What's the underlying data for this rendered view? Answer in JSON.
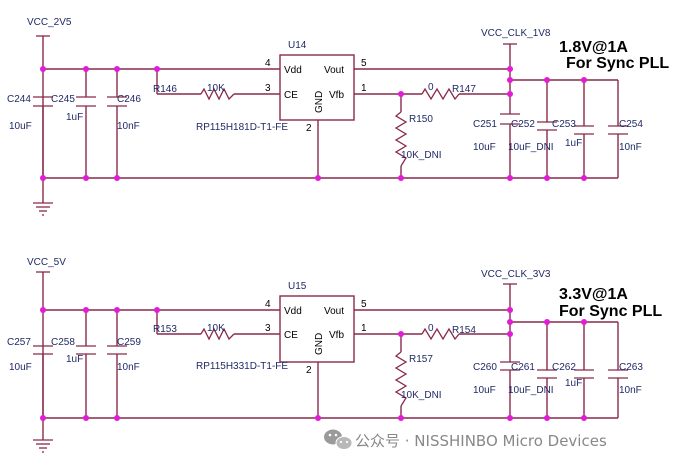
{
  "watermark": {
    "text": "公众号 · NISSHINBO Micro Devices",
    "icon": "wechat-icon"
  },
  "colors": {
    "wire": "#8a2a4a",
    "junction": "#e21bd8",
    "text": "#1f2a66"
  },
  "circuits": [
    {
      "vin_net": "VCC_2V5",
      "vout_net": "VCC_CLK_1V8",
      "headline": "1.8V@1A",
      "subline": "For Sync PLL",
      "ic_ref": "U14",
      "ic_part": "RP115H181D-T1-FE",
      "pins": {
        "vdd": "Vdd",
        "vout": "Vout",
        "ce": "CE",
        "vfb": "Vfb",
        "gnd": "GND"
      },
      "pin_numbers": {
        "vdd": "4",
        "vout": "5",
        "ce": "3",
        "vfb": "1",
        "gnd": "2"
      },
      "r_ce": {
        "ref": "R146",
        "value": "10K"
      },
      "r_fb": {
        "ref": "R150",
        "value": "10K_DNI"
      },
      "r_out": {
        "ref": "R147",
        "value": "0"
      },
      "input_caps": [
        {
          "ref": "C244",
          "value": "10uF"
        },
        {
          "ref": "C245",
          "value": "1uF"
        },
        {
          "ref": "C246",
          "value": "10nF"
        }
      ],
      "output_caps": [
        {
          "ref": "C251",
          "value": "10uF"
        },
        {
          "ref": "C252",
          "value": "10uF_DNI"
        },
        {
          "ref": "C253",
          "value": "1uF"
        },
        {
          "ref": "C254",
          "value": "10nF"
        }
      ]
    },
    {
      "vin_net": "VCC_5V",
      "vout_net": "VCC_CLK_3V3",
      "headline": "3.3V@1A",
      "subline": "For Sync PLL",
      "ic_ref": "U15",
      "ic_part": "RP115H331D-T1-FE",
      "pins": {
        "vdd": "Vdd",
        "vout": "Vout",
        "ce": "CE",
        "vfb": "Vfb",
        "gnd": "GND"
      },
      "pin_numbers": {
        "vdd": "4",
        "vout": "5",
        "ce": "3",
        "vfb": "1",
        "gnd": "2"
      },
      "r_ce": {
        "ref": "R153",
        "value": "10K"
      },
      "r_fb": {
        "ref": "R157",
        "value": "10K_DNI"
      },
      "r_out": {
        "ref": "R154",
        "value": "0"
      },
      "input_caps": [
        {
          "ref": "C257",
          "value": "10uF"
        },
        {
          "ref": "C258",
          "value": "1uF"
        },
        {
          "ref": "C259",
          "value": "10nF"
        }
      ],
      "output_caps": [
        {
          "ref": "C260",
          "value": "10uF"
        },
        {
          "ref": "C261",
          "value": "10uF_DNI"
        },
        {
          "ref": "C262",
          "value": "1uF"
        },
        {
          "ref": "C263",
          "value": "10nF"
        }
      ]
    }
  ]
}
